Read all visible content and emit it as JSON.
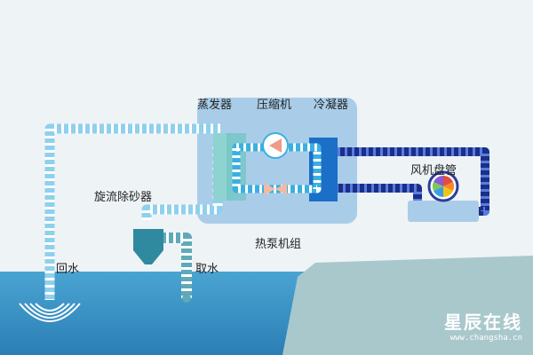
{
  "diagram": {
    "labels": {
      "evaporator": "蒸发器",
      "compressor": "压缩机",
      "condenser": "冷凝器",
      "fan_coil": "风机盘管",
      "sand_separator": "旋流除砂器",
      "heat_pump_unit": "热泵机组",
      "return_water": "回水",
      "intake_water": "取水"
    }
  },
  "watermark": {
    "logo_text": "星辰在线",
    "url": "www.changsha.cn"
  },
  "colors": {
    "background": "#eef3f6",
    "unit_box": "#a9cde9",
    "water_pipe": "#8fd0ee",
    "refrigerant_pipe": "#3ab0e0",
    "hot_loop": "#1a2f86",
    "sea": "#2f8cc0",
    "shore": "#a9c8cc"
  }
}
